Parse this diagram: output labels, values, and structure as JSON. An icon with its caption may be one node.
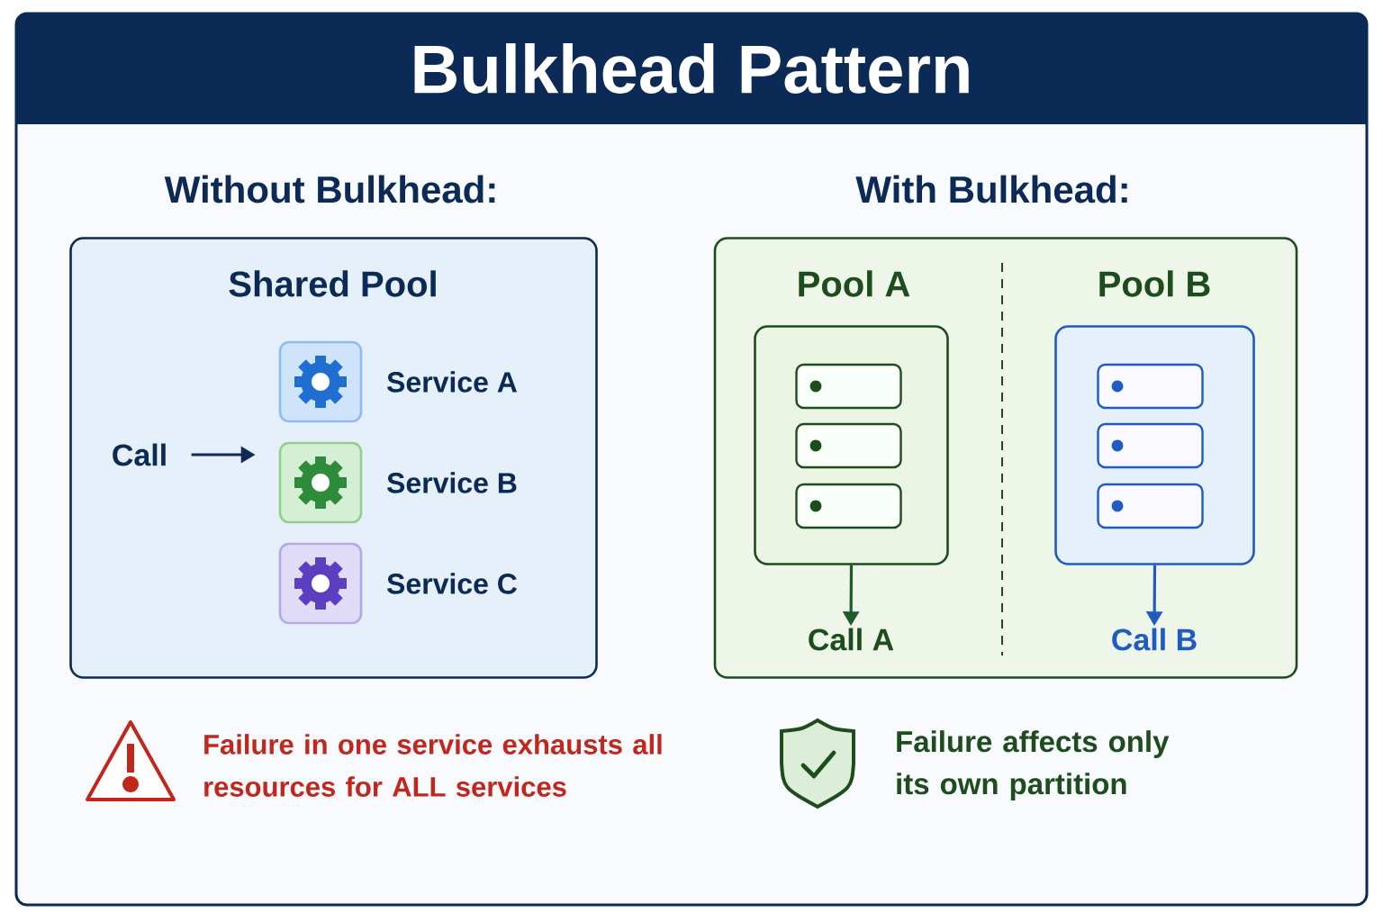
{
  "diagram": {
    "title": "Bulkhead Pattern",
    "nodes": [
      {
        "text": [
          "Shared Pool"
        ]
      },
      {
        "text": [
          "Call"
        ],
        "in": 0
      },
      {
        "text": [],
        "shape": "box",
        "beside": [
          "Service A"
        ],
        "in": 0
      },
      {
        "text": [],
        "shape": "box",
        "beside": [
          "Service B"
        ],
        "in": 0
      },
      {
        "text": [],
        "shape": "box",
        "beside": [
          "Service C"
        ],
        "in": 0
      },
      {
        "text": [],
        "shape": "box"
      },
      {
        "text": [
          "Pool A"
        ],
        "in": 5
      },
      {
        "text": [],
        "shape": "bar",
        "in": 6
      },
      {
        "text": [],
        "shape": "bar",
        "in": 6
      },
      {
        "text": [],
        "shape": "bar",
        "in": 6
      },
      {
        "text": [
          "Call A"
        ],
        "in": 5
      },
      {
        "text": [
          "Pool B"
        ],
        "in": 5
      },
      {
        "text": [],
        "shape": "bar",
        "in": 11
      },
      {
        "text": [],
        "shape": "bar",
        "in": 11
      },
      {
        "text": [],
        "shape": "bar",
        "in": 11
      },
      {
        "text": [
          "Call B"
        ],
        "in": 5
      }
    ],
    "edges": [
      {
        "from": 1,
        "to": 3,
        "arrow": "to",
        "color": "#0f2a55"
      },
      {
        "from": 6,
        "to": 10,
        "arrow": "to",
        "color": "#1f5a2a"
      },
      {
        "from": 11,
        "to": 15,
        "arrow": "to",
        "color": "#1f5bc0"
      }
    ],
    "labels": [
      "Without Bulkhead:",
      "With Bulkhead:",
      "Failure in one service exhausts all resources for ALL services",
      "Failure affects only its own partition"
    ]
  }
}
